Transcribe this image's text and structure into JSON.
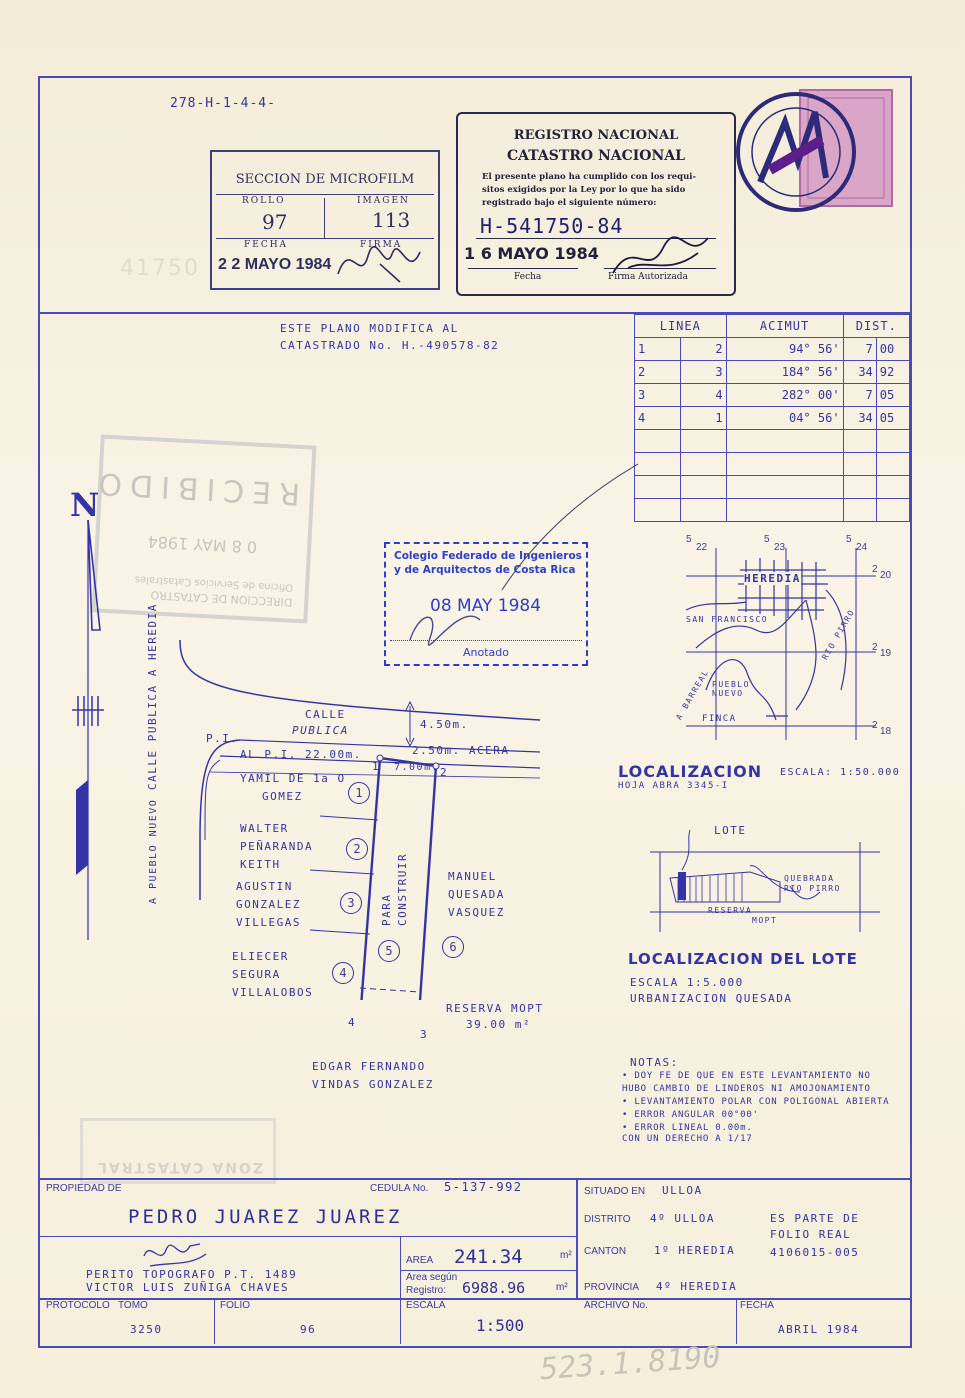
{
  "header": {
    "ref_code": "278-H-1-4-4-",
    "microfilm": {
      "title": "SECCION DE MICROFILM",
      "rollo_label": "ROLLO",
      "rollo_value": "97",
      "imagen_label": "IMAGEN",
      "imagen_value": "113",
      "fecha_label": "FECHA",
      "fecha_value": "2 2 MAYO 1984",
      "firma_label": "FIRMA"
    },
    "registro": {
      "title1": "REGISTRO NACIONAL",
      "title2": "CATASTRO NACIONAL",
      "text1": "El presente plano ha cumplido con los requi-",
      "text2": "sitos exigidos por la Ley por lo que ha sido",
      "text3": "registrado bajo el siguiente número:",
      "number": "H-541750-84",
      "date": "1 6 MAYO 1984",
      "fecha_label": "Fecha",
      "firma_label": "Firma Autorizada"
    }
  },
  "modifica": {
    "line1": "ESTE PLANO MODIFICA AL",
    "line2": "CATASTRADO No. H.-490578-82"
  },
  "azimuth_table": {
    "headers": [
      "LINEA",
      "ACIMUT",
      "DIST."
    ],
    "rows": [
      {
        "from": "1",
        "to": "2",
        "acimut": "94° 56'",
        "dist_m": "7",
        "dist_cm": "00"
      },
      {
        "from": "2",
        "to": "3",
        "acimut": "184° 56'",
        "dist_m": "34",
        "dist_cm": "92"
      },
      {
        "from": "3",
        "to": "4",
        "acimut": "282° 00'",
        "dist_m": "7",
        "dist_cm": "05"
      },
      {
        "from": "4",
        "to": "1",
        "acimut": "04° 56'",
        "dist_m": "34",
        "dist_cm": "05"
      }
    ]
  },
  "colegio_stamp": {
    "line1": "Colegio Federado de Ingenieros",
    "line2": "y de Arquitectos de Costa Rica",
    "date": "08 MAY 1984",
    "anotado": "Anotado"
  },
  "recibido_stamp": {
    "line1": "DIRECCION DE CATASTRO",
    "line2": "Oficina de Servicios Catastrales",
    "date": "0 8 MAY 1984",
    "word": "RECIBIDO"
  },
  "north_label": "N",
  "plan": {
    "calle_heredia": "CALLE PUBLICA A HEREDIA",
    "a_pueblo_nuevo": "A PUEBLO NUEVO",
    "calle_publica_1": "CALLE",
    "calle_publica_2": "PUBLICA",
    "width_450": "4.50m.",
    "pi_label": "P.I.",
    "al_pi": "AL P.I. 22.00m.",
    "acera": "2.50m. ACERA",
    "front": "7.00m.",
    "vertex1": "1",
    "vertex2": "2",
    "vertex3": "3",
    "vertex4": "4",
    "para_construir_1": "PARA",
    "para_construir_2": "CONSTRUIR",
    "reserva": "RESERVA MOPT",
    "reserva_area": "39.00 m²",
    "neighbors": [
      {
        "num": "1",
        "lines": [
          "YAMIL DE 1a O",
          "GOMEZ"
        ]
      },
      {
        "num": "2",
        "lines": [
          "WALTER",
          "PEÑARANDA",
          "KEITH"
        ]
      },
      {
        "num": "3",
        "lines": [
          "AGUSTIN",
          "GONZALEZ",
          "VILLEGAS"
        ]
      },
      {
        "num": "4",
        "lines": [
          "ELIECER",
          "SEGURA",
          "VILLALOBOS"
        ]
      },
      {
        "num": "5",
        "lines": []
      },
      {
        "num": "6",
        "lines": [
          "MANUEL",
          "QUESADA",
          "VASQUEZ"
        ]
      }
    ],
    "bottom_neighbor": [
      "EDGAR FERNANDO",
      "VINDAS GONZALEZ"
    ]
  },
  "localizacion": {
    "grid_top": [
      "5",
      "22",
      "5",
      "23",
      "5",
      "24"
    ],
    "grid_right": [
      "2",
      "20",
      "2",
      "19",
      "2",
      "18"
    ],
    "heredia": "HEREDIA",
    "san_francisco": "SAN FRANCISCO",
    "rio_pirro": "RIO PIRRO",
    "barreal": "A BARREAL",
    "pueblo_nuevo": "PUEBLO NUEVO",
    "finca": "FINCA",
    "title": "LOCALIZACION",
    "escala": "ESCALA: 1:50.000",
    "hoja": "HOJA ABRA 3345-I"
  },
  "lote": {
    "lote_label": "LOTE",
    "quebrada": "QUEBRADA",
    "rio_pirro": "RIO PIRRO",
    "reserva": "RESERVA",
    "mopt": "MOPT",
    "title": "LOCALIZACION DEL LOTE",
    "escala": "ESCALA 1:5.000",
    "urbanizacion": "URBANIZACION QUESADA"
  },
  "notas": {
    "title": "NOTAS:",
    "items": [
      "• DOY FE DE QUE EN ESTE LEVANTAMIENTO NO",
      "  HUBO CAMBIO DE LINDEROS NI AMOJONAMIENTO",
      "• LEVANTAMIENTO POLAR CON POLIGONAL ABIERTA",
      "• ERROR ANGULAR 00°00'",
      "• ERROR LINEAL 0.00m.",
      "  CON UN DERECHO A 1/17"
    ]
  },
  "zona_stamp": "ZONA CATASTRAL",
  "titleblock": {
    "propiedad_label": "PROPIEDAD DE",
    "cedula_label": "CEDULA No.",
    "cedula": "5-137-992",
    "owner": "PEDRO JUAREZ JUAREZ",
    "situado_label": "SITUADO EN",
    "situado": "ULLOA",
    "distrito_label": "DISTRITO",
    "distrito": "4º ULLOA",
    "canton_label": "CANTON",
    "canton": "1º HEREDIA",
    "provincia_label": "PROVINCIA",
    "provincia": "4º HEREDIA",
    "es_parte": "ES PARTE DE",
    "folio_real": "FOLIO REAL",
    "folio_num": "4106015-005",
    "perito1": "PERITO TOPOGRAFO P.T. 1489",
    "perito2": "VICTOR LUIS ZUÑIGA CHAVES",
    "area_label": "AREA",
    "area": "241.34",
    "area_unit": "m²",
    "area_seg_label1": "Area según",
    "area_seg_label2": "Registro:",
    "area_reg": "6988.96",
    "area_reg_unit": "m²",
    "protocolo_label": "PROTOCOLO",
    "tomo_label": "TOMO",
    "tomo": "3250",
    "folio_label": "FOLIO",
    "folio": "96",
    "escala_label": "ESCALA",
    "escala": "1:500",
    "archivo_label": "ARCHIVO No.",
    "fecha_label": "FECHA",
    "fecha": "ABRIL 1984"
  },
  "bottom_note": "523.1.8190"
}
